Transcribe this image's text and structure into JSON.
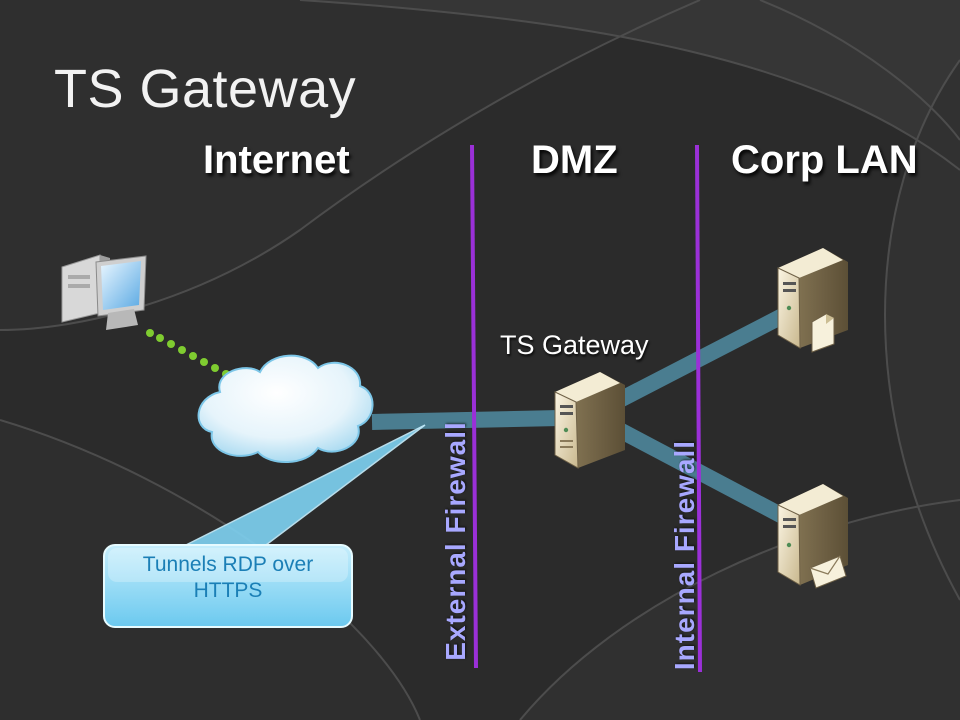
{
  "title": "TS Gateway",
  "zones": [
    "Internet",
    "DMZ",
    "Corp LAN"
  ],
  "gateway_label": "TS Gateway",
  "firewalls": {
    "external": "External Firewall",
    "internal": "Internal Firewall"
  },
  "callout": {
    "line1": "Tunnels RDP over",
    "line2": "HTTPS"
  },
  "nodes": [
    "client-computer",
    "internet-cloud",
    "ts-gateway-server",
    "file-server",
    "mail-server"
  ],
  "colors": {
    "firewall_line": "#9b30d8",
    "connection": "#4a7d90",
    "dotted_link": "#7fcc30",
    "callout_fill": "#8fd8f5",
    "callout_text": "#1b7fb6",
    "firewall_text": "#a8a8ff"
  }
}
